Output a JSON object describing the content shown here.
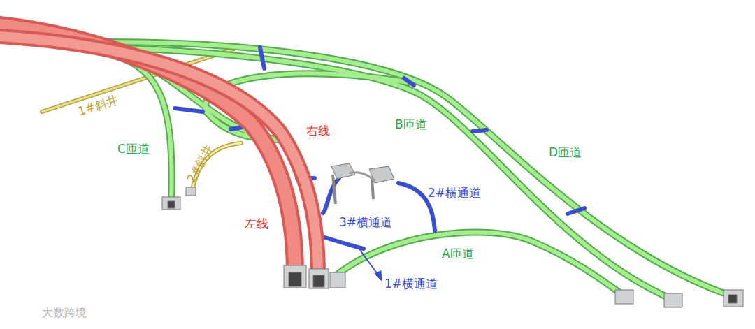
{
  "diagram": {
    "labels": [
      "1#斜井",
      "C匝道",
      "2#斜井",
      "右线",
      "左线",
      "B匝道",
      "D匝道",
      "2#横通道",
      "3#横通道",
      "A匝道",
      "1#横通道",
      "大数跨境"
    ]
  }
}
